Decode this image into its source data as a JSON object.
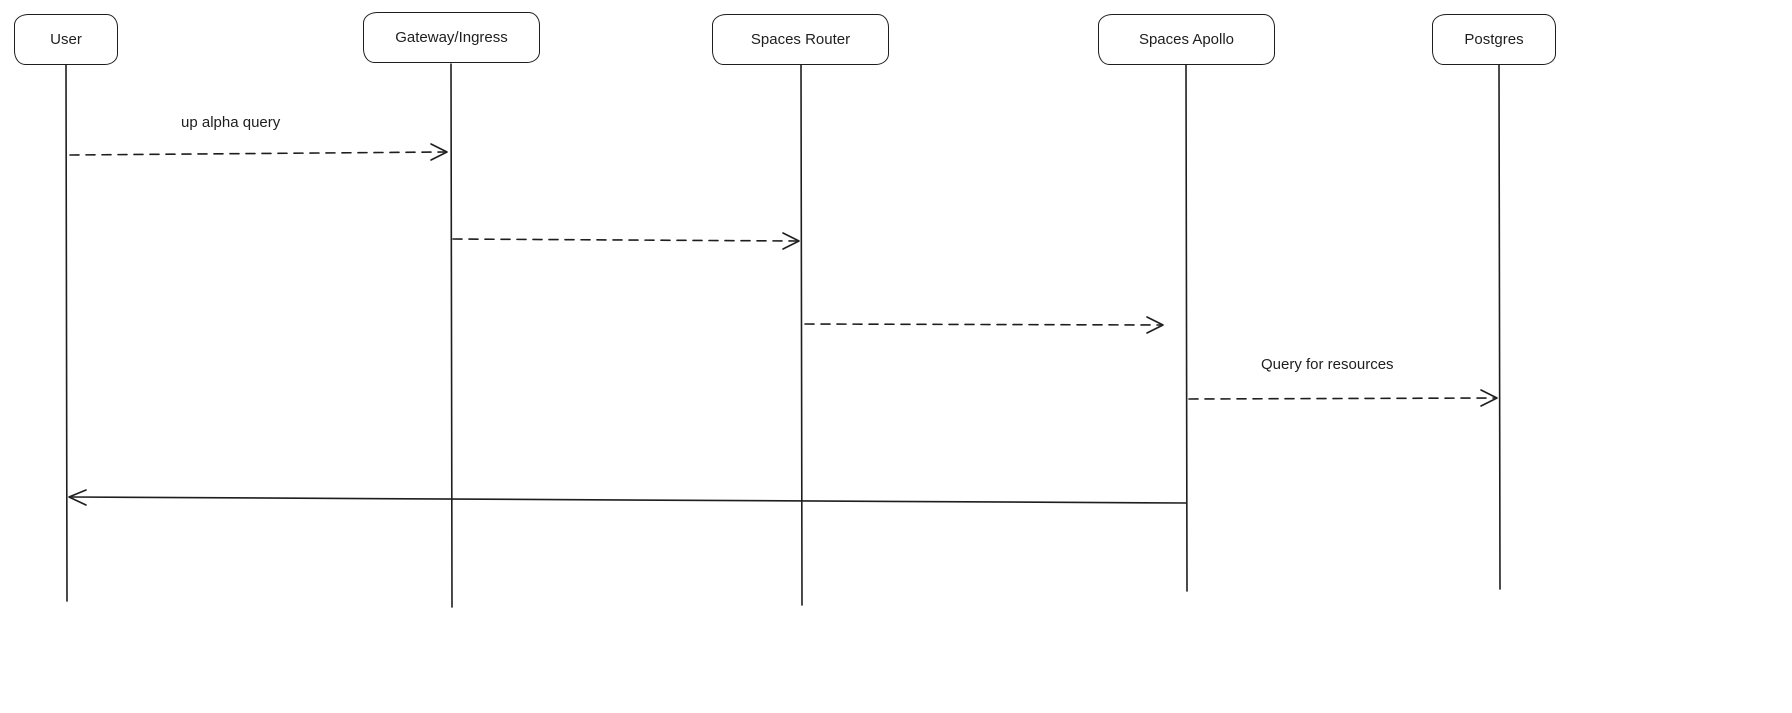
{
  "diagram": {
    "type": "sequence-diagram",
    "actors": [
      {
        "id": "user",
        "label": "User"
      },
      {
        "id": "gateway-ingress",
        "label": "Gateway/Ingress"
      },
      {
        "id": "spaces-router",
        "label": "Spaces Router"
      },
      {
        "id": "spaces-apollo",
        "label": "Spaces Apollo"
      },
      {
        "id": "postgres",
        "label": "Postgres"
      }
    ],
    "messages": [
      {
        "from": "User",
        "to": "Gateway/Ingress",
        "label": "up alpha query",
        "line_style": "dashed"
      },
      {
        "from": "Gateway/Ingress",
        "to": "Spaces Router",
        "label": "",
        "line_style": "dashed"
      },
      {
        "from": "Spaces Router",
        "to": "Spaces Apollo",
        "label": "",
        "line_style": "dashed"
      },
      {
        "from": "Spaces Apollo",
        "to": "Postgres",
        "label": "Query for resources",
        "line_style": "dashed"
      },
      {
        "from": "Spaces Apollo",
        "to": "User",
        "label": "",
        "line_style": "solid"
      }
    ],
    "colors": {
      "stroke": "#1e1e1e",
      "background": "#ffffff"
    }
  }
}
